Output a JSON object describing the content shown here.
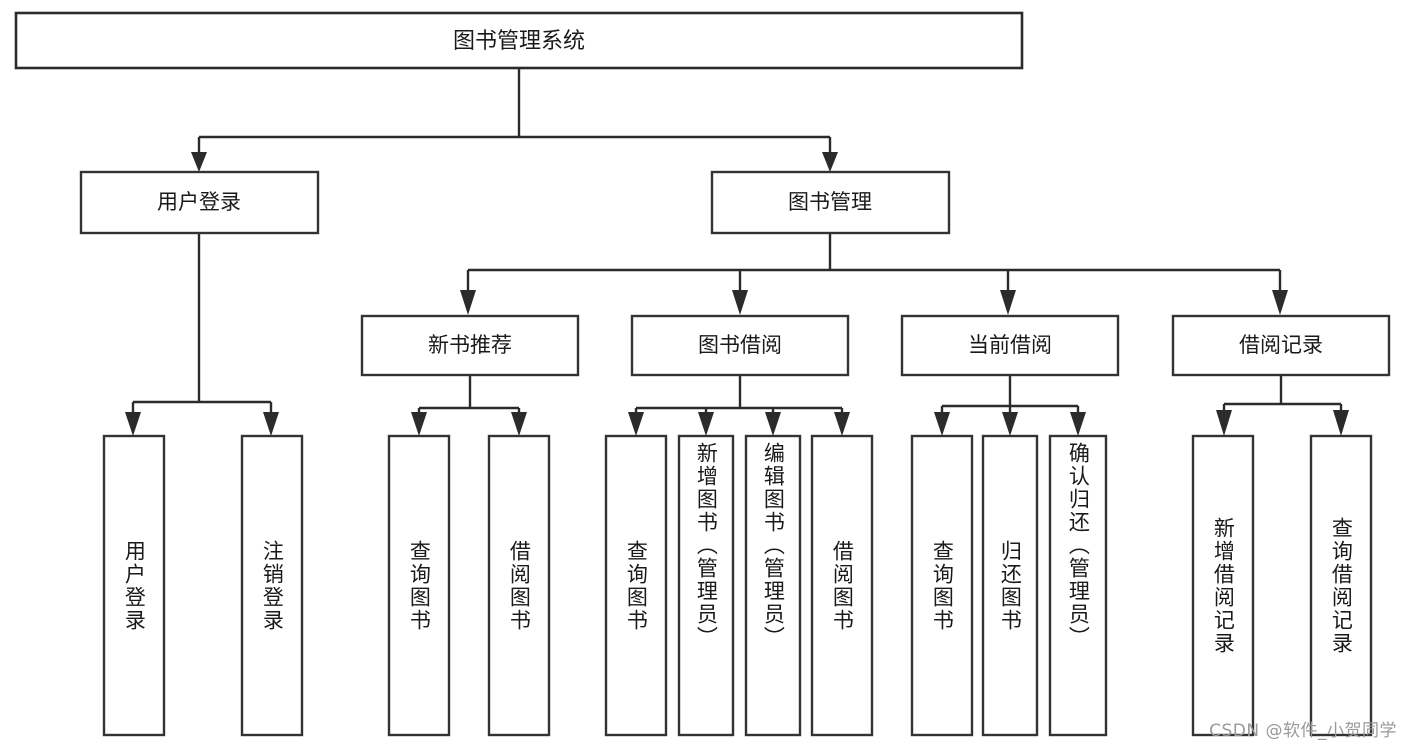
{
  "diagram": {
    "type": "tree",
    "title": "图书管理系统",
    "watermark": "CSDN @软件_小贺同学",
    "colors": {
      "box_stroke": "#333333",
      "connector": "#2b2b2b",
      "text": "#1a1a1a",
      "background": "#ffffff",
      "watermark": "#9a9a9a"
    },
    "root": {
      "label": "图书管理系统"
    },
    "level1": [
      {
        "label": "用户登录"
      },
      {
        "label": "图书管理"
      }
    ],
    "level2": [
      {
        "label": "新书推荐"
      },
      {
        "label": "图书借阅"
      },
      {
        "label": "当前借阅"
      },
      {
        "label": "借阅记录"
      }
    ],
    "leaves": {
      "user_login": [
        {
          "label": "用户登录"
        },
        {
          "label": "注销登录"
        }
      ],
      "new_book_recommend": [
        {
          "label": "查询图书"
        },
        {
          "label": "借阅图书"
        }
      ],
      "book_borrow": [
        {
          "label": "查询图书"
        },
        {
          "label": "新增图书（管理员）"
        },
        {
          "label": "编辑图书（管理员）"
        },
        {
          "label": "借阅图书"
        }
      ],
      "current_borrow": [
        {
          "label": "查询图书"
        },
        {
          "label": "归还图书"
        },
        {
          "label": "确认归还（管理员）"
        }
      ],
      "borrow_record": [
        {
          "label": "新增借阅记录"
        },
        {
          "label": "查询借阅记录"
        }
      ]
    }
  }
}
